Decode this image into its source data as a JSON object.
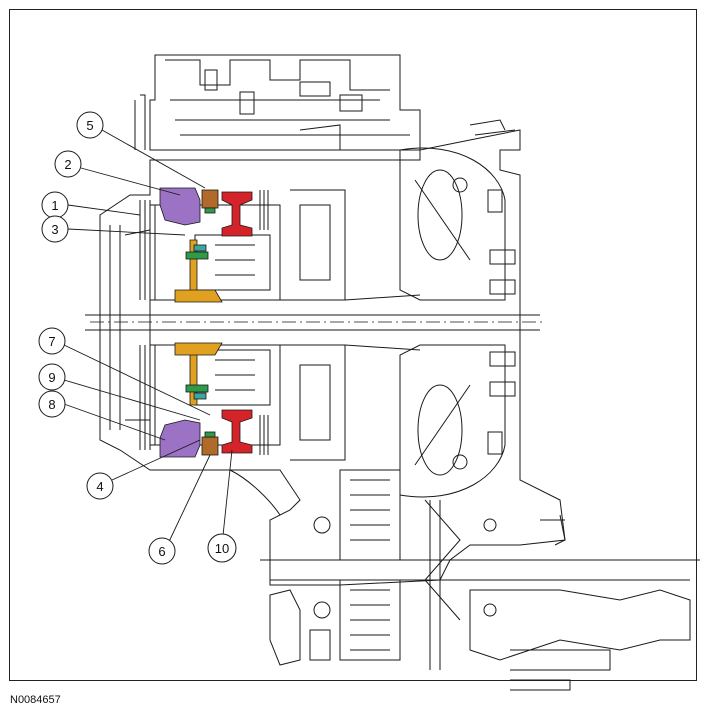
{
  "figure_id": "N0084657",
  "callouts": [
    {
      "label": "1"
    },
    {
      "label": "2"
    },
    {
      "label": "3"
    },
    {
      "label": "4"
    },
    {
      "label": "5"
    },
    {
      "label": "6"
    },
    {
      "label": "7"
    },
    {
      "label": "8"
    },
    {
      "label": "9"
    },
    {
      "label": "10"
    }
  ],
  "colors": {
    "line": "#1a1a1a",
    "purple": "#9b72c4",
    "red": "#d4242a",
    "orange": "#e0a020",
    "green": "#2f9a4a",
    "teal": "#3aa6a0",
    "brown": "#b06a2a"
  }
}
